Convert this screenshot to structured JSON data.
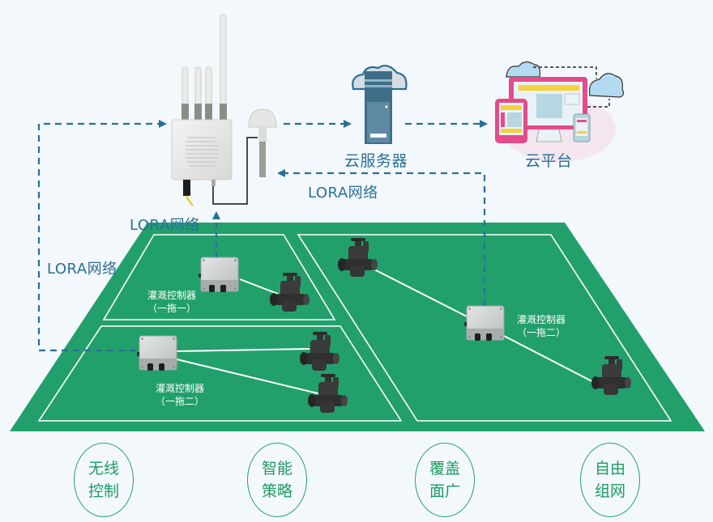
{
  "colors": {
    "background": "#f3f8fc",
    "field_green": "#22a06b",
    "field_lines": "#ffffff",
    "link_blue": "#2a6f98",
    "badge_green": "#1e9a62",
    "platform_pink": "#e44b8b",
    "platform_yellow": "#f5d13b",
    "cloud_blue": "#a9d4ee"
  },
  "nodes": {
    "gateway": {
      "label": ""
    },
    "cloud_server": {
      "label": "云服务器"
    },
    "cloud_platform": {
      "label": "云平台"
    }
  },
  "links": {
    "lora_left": "LORA网络",
    "lora_center": "LORA网络",
    "lora_right": "LORA网络"
  },
  "controllers": [
    {
      "name": "灌溉控制器",
      "mode": "（一拖一）"
    },
    {
      "name": "灌溉控制器",
      "mode": "（一拖二）"
    },
    {
      "name": "灌溉控制器",
      "mode": "（一拖二）"
    }
  ],
  "features": [
    {
      "line1": "无线",
      "line2": "控制"
    },
    {
      "line1": "智能",
      "line2": "策略"
    },
    {
      "line1": "覆盖",
      "line2": "面广"
    },
    {
      "line1": "自由",
      "line2": "组网"
    }
  ]
}
